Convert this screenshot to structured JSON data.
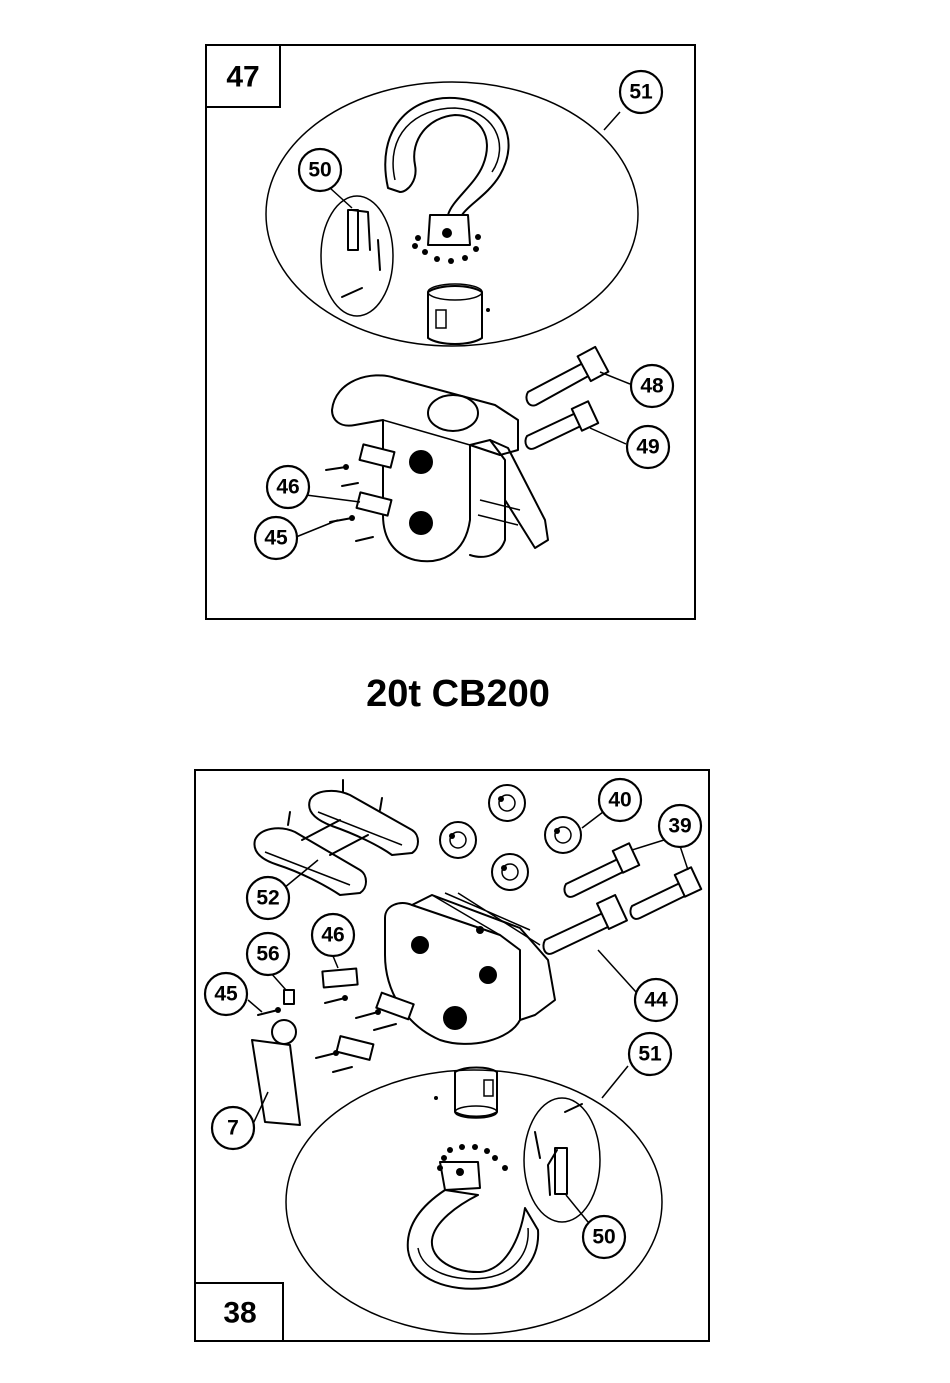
{
  "title": "20t CB200",
  "panels": [
    {
      "number": "47",
      "callouts": [
        "51",
        "50",
        "48",
        "49",
        "46",
        "45"
      ]
    },
    {
      "number": "38",
      "callouts": [
        "40",
        "39",
        "52",
        "46",
        "56",
        "45",
        "44",
        "51",
        "7",
        "50"
      ]
    }
  ]
}
